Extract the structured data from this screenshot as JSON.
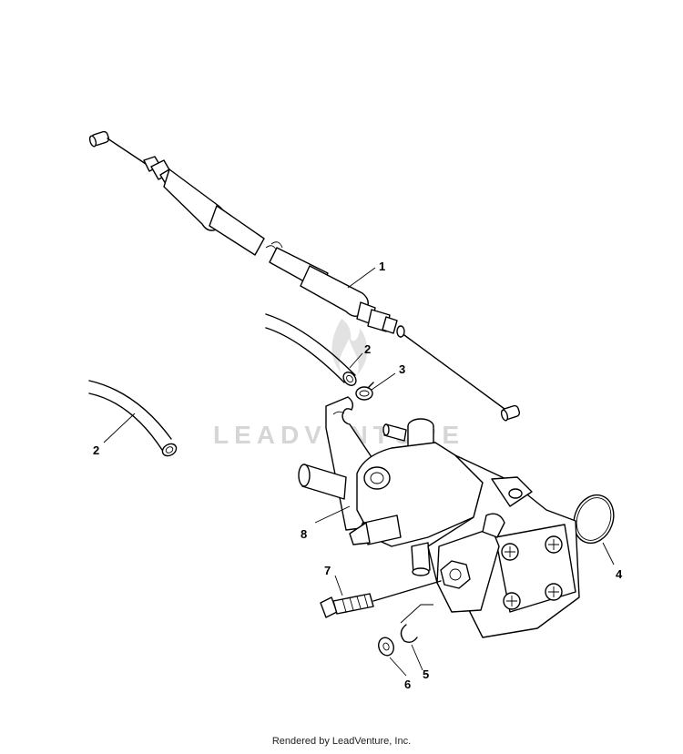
{
  "watermark": {
    "text": "LEADVENTURE"
  },
  "callouts": [
    {
      "id": "1",
      "label": "1"
    },
    {
      "id": "2a",
      "label": "2"
    },
    {
      "id": "2b",
      "label": "2"
    },
    {
      "id": "3",
      "label": "3"
    },
    {
      "id": "4",
      "label": "4"
    },
    {
      "id": "5",
      "label": "5"
    },
    {
      "id": "6",
      "label": "6"
    },
    {
      "id": "7",
      "label": "7"
    },
    {
      "id": "8",
      "label": "8"
    }
  ],
  "footer": {
    "text": "Rendered by LeadVenture, Inc."
  }
}
